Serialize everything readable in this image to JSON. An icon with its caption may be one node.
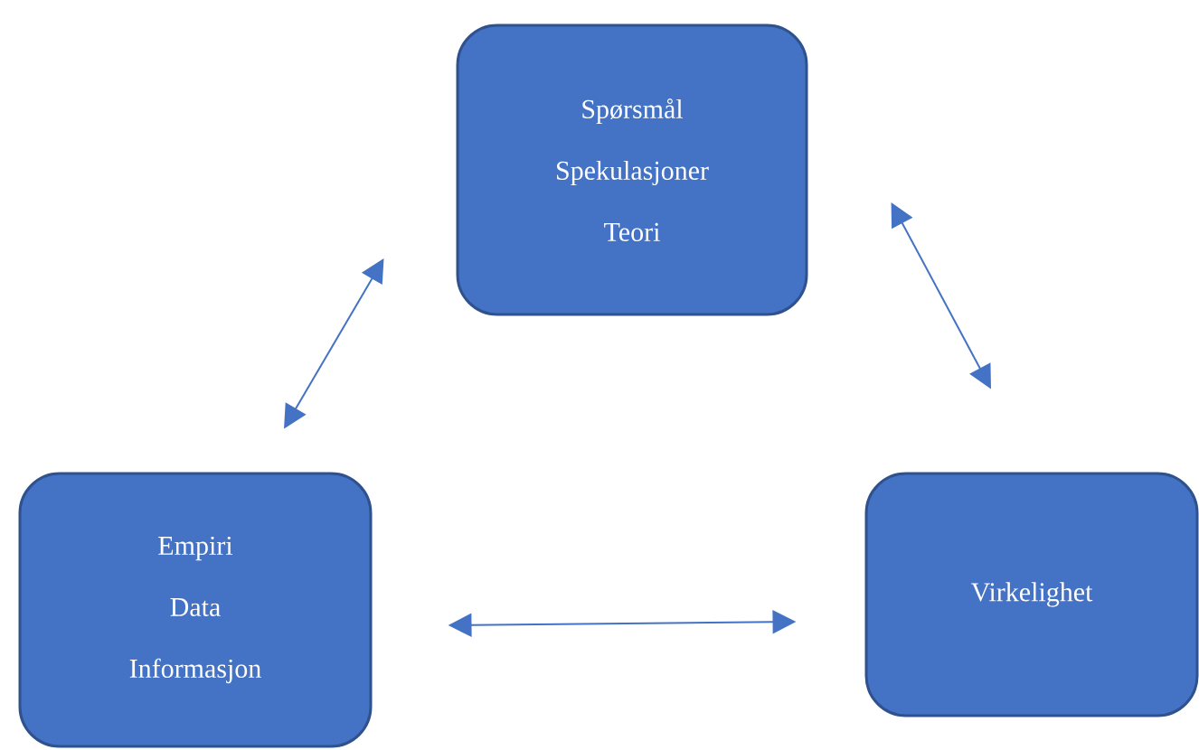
{
  "diagram": {
    "nodes": [
      {
        "text": [
          "Spørsmål",
          "Spekulasjoner",
          "Teori"
        ]
      },
      {
        "text": [
          "Empiri",
          "Data",
          "Informasjon"
        ]
      },
      {
        "text": [
          "Virkelighet"
        ]
      }
    ],
    "edges": [
      {
        "from": 1,
        "to": 0,
        "arrow": "both"
      },
      {
        "from": 0,
        "to": 2,
        "arrow": "both"
      },
      {
        "from": 1,
        "to": 2,
        "arrow": "both"
      }
    ]
  }
}
